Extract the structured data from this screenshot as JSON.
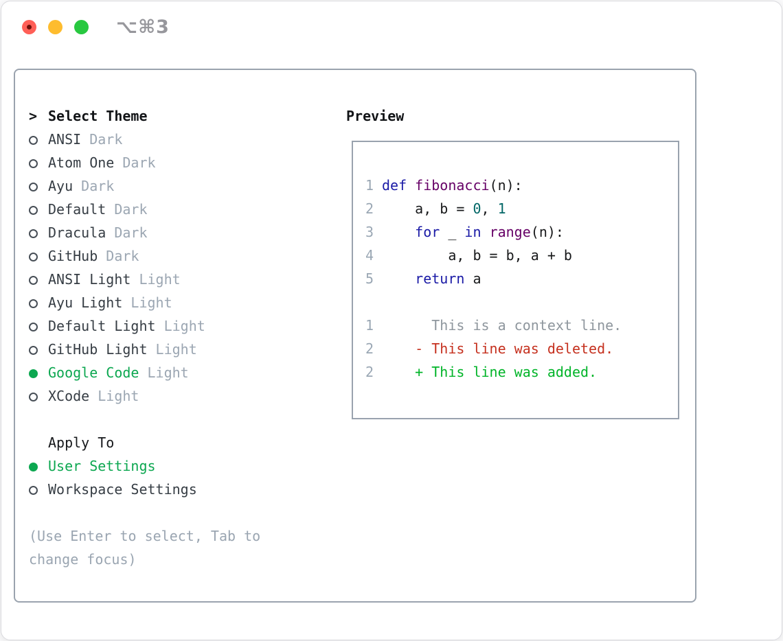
{
  "window": {
    "title": "⌥⌘3"
  },
  "theme_list": {
    "header_prefix": ">",
    "header": "Select Theme",
    "items": [
      {
        "name": "ANSI",
        "variant": "Dark",
        "selected": false
      },
      {
        "name": "Atom One",
        "variant": "Dark",
        "selected": false
      },
      {
        "name": "Ayu",
        "variant": "Dark",
        "selected": false
      },
      {
        "name": "Default",
        "variant": "Dark",
        "selected": false
      },
      {
        "name": "Dracula",
        "variant": "Dark",
        "selected": false
      },
      {
        "name": "GitHub",
        "variant": "Dark",
        "selected": false
      },
      {
        "name": "ANSI Light",
        "variant": "Light",
        "selected": false
      },
      {
        "name": "Ayu Light",
        "variant": "Light",
        "selected": false
      },
      {
        "name": "Default Light",
        "variant": "Light",
        "selected": false
      },
      {
        "name": "GitHub Light",
        "variant": "Light",
        "selected": false
      },
      {
        "name": "Google Code",
        "variant": "Light",
        "selected": true
      },
      {
        "name": "XCode",
        "variant": "Light",
        "selected": false
      }
    ]
  },
  "apply_to": {
    "header": "Apply To",
    "options": [
      {
        "label": "User Settings",
        "selected": true
      },
      {
        "label": "Workspace Settings",
        "selected": false
      }
    ]
  },
  "help_text": "(Use Enter to select, Tab to change focus)",
  "preview": {
    "header": "Preview",
    "code_lines": [
      {
        "num": "1",
        "tokens": [
          {
            "text": "def",
            "type": "keyword"
          },
          {
            "text": " ",
            "type": "plain"
          },
          {
            "text": "fibonacci",
            "type": "function"
          },
          {
            "text": "(n):",
            "type": "plain"
          }
        ]
      },
      {
        "num": "2",
        "tokens": [
          {
            "text": "    a, b = ",
            "type": "plain"
          },
          {
            "text": "0",
            "type": "number"
          },
          {
            "text": ", ",
            "type": "plain"
          },
          {
            "text": "1",
            "type": "number"
          }
        ]
      },
      {
        "num": "3",
        "tokens": [
          {
            "text": "    ",
            "type": "plain"
          },
          {
            "text": "for",
            "type": "keyword"
          },
          {
            "text": " _ ",
            "type": "plain"
          },
          {
            "text": "in",
            "type": "keyword"
          },
          {
            "text": " ",
            "type": "plain"
          },
          {
            "text": "range",
            "type": "function"
          },
          {
            "text": "(n):",
            "type": "plain"
          }
        ]
      },
      {
        "num": "4",
        "tokens": [
          {
            "text": "        a, b = b, a + b",
            "type": "plain"
          }
        ]
      },
      {
        "num": "5",
        "tokens": [
          {
            "text": "    ",
            "type": "plain"
          },
          {
            "text": "return",
            "type": "keyword"
          },
          {
            "text": " a",
            "type": "plain"
          }
        ]
      }
    ],
    "diff_lines": [
      {
        "num": "1",
        "text": "      This is a context line.",
        "type": "context"
      },
      {
        "num": "2",
        "text": "    - This line was deleted.",
        "type": "deleted"
      },
      {
        "num": "2",
        "text": "    + This line was added.",
        "type": "added"
      }
    ]
  },
  "colors": {
    "accent_green": "#0ca750",
    "diff_added": "#00b428",
    "diff_deleted": "#c5301e",
    "keyword": "#1a1aa6",
    "function_name": "#660066",
    "number_literal": "#006666",
    "code_plain": "#17181a",
    "line_number": "#9aa7b4",
    "context_line": "#8e969d",
    "muted_label": "#9ba6b2",
    "list_text": "#363d44",
    "help_text": "#9aa5b1",
    "traffic_close": "#ff5f57",
    "traffic_minimize": "#febc2e",
    "traffic_zoom": "#28c840"
  }
}
